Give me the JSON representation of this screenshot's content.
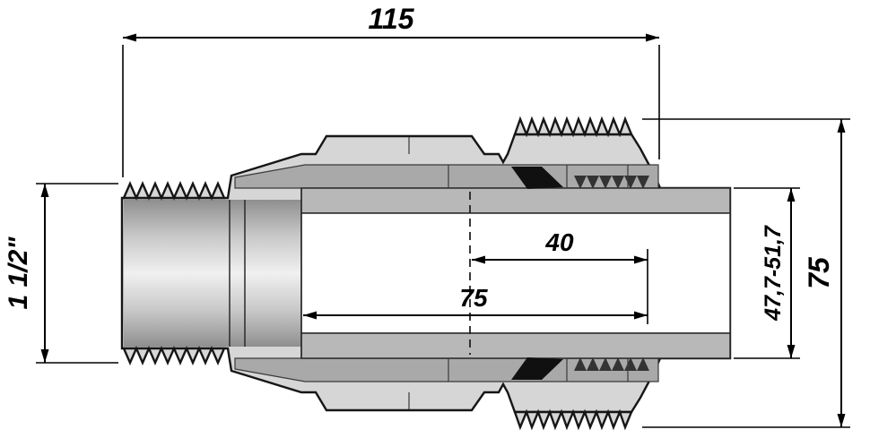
{
  "drawing": {
    "kind": "pipe-coupling-section-drawing",
    "dims": {
      "overall": "115",
      "nut": "75",
      "range": "47,7-51,7",
      "thread": "1 1/2\"",
      "depth_min": "40",
      "depth_full": "75"
    },
    "colors": {
      "body": "#d6d6d6",
      "inner": "#a9a9a9",
      "pipe_wall": "#b8b8b8",
      "bore": "#ffffff",
      "seal": "#101010",
      "teeth": "#333333",
      "outline": "#161616",
      "background": "#ffffff"
    }
  }
}
